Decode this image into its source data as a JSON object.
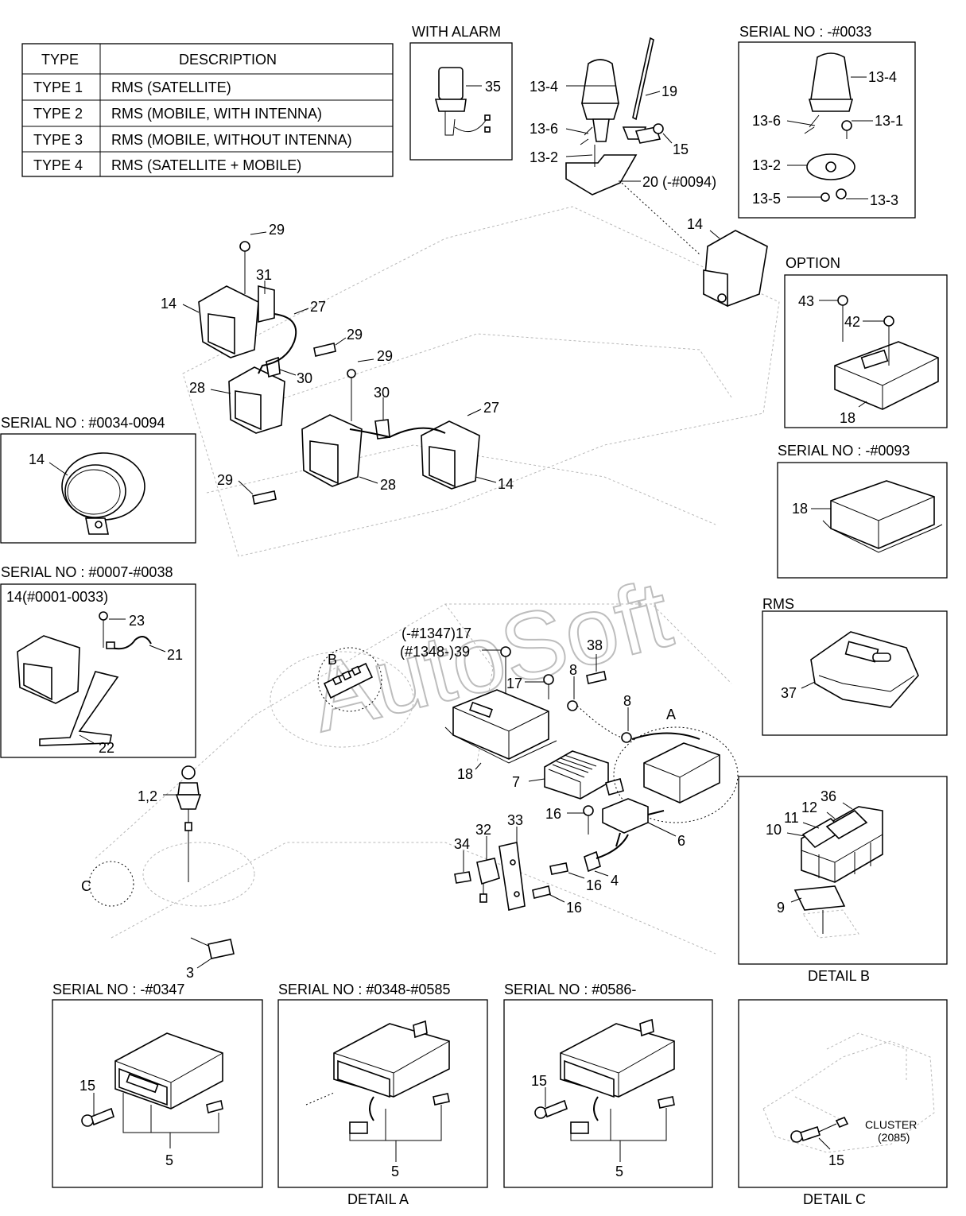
{
  "type_table": {
    "header": {
      "type": "TYPE",
      "description": "DESCRIPTION"
    },
    "rows": [
      {
        "type": "TYPE 1",
        "description": "RMS (SATELLITE)"
      },
      {
        "type": "TYPE 2",
        "description": "RMS (MOBILE, WITH INTENNA)"
      },
      {
        "type": "TYPE 3",
        "description": "RMS (MOBILE, WITHOUT INTENNA)"
      },
      {
        "type": "TYPE 4",
        "description": "RMS (SATELLITE + MOBILE)"
      }
    ]
  },
  "watermark": "AutoSoft",
  "panels": {
    "with_alarm": "WITH ALARM",
    "serial_0033": "SERIAL NO : -#0033",
    "option": "OPTION",
    "serial_0093": "SERIAL NO : -#0093",
    "rms": "RMS",
    "serial_0034_0094": "SERIAL NO : #0034-0094",
    "serial_0007_0038": "SERIAL NO : #0007-#0038",
    "serial_0347": "SERIAL NO : -#0347",
    "serial_0348_0585": "SERIAL NO : #0348-#0585",
    "serial_0586": "SERIAL NO : #0586-"
  },
  "detail_labels": {
    "a": "DETAIL A",
    "b": "DETAIL B",
    "c": "DETAIL C",
    "marker_a": "A",
    "marker_b": "B",
    "marker_c": "C"
  },
  "callouts": {
    "p35": "35",
    "p13_4": "13-4",
    "p19": "19",
    "p13_6": "13-6",
    "p15": "15",
    "p13_2": "13-2",
    "p20": "20 (-#0094)",
    "p13_1": "13-1",
    "p13_5": "13-5",
    "p13_3": "13-3",
    "p14": "14",
    "p43": "43",
    "p42": "42",
    "p18": "18",
    "p37": "37",
    "p29": "29",
    "p31": "31",
    "p27": "27",
    "p30": "30",
    "p28": "28",
    "p14_0001": "14(#0001-0033)",
    "p23": "23",
    "p21": "21",
    "p22": "22",
    "p1_2": "1,2",
    "p3": "3",
    "p17_1347": "(-#1347)17",
    "p39_1348": "(#1348-)39",
    "p17": "17",
    "p38": "38",
    "p8": "8",
    "p7": "7",
    "p16": "16",
    "p6": "6",
    "p4": "4",
    "p32": "32",
    "p33": "33",
    "p34": "34",
    "p36": "36",
    "p12": "12",
    "p11": "11",
    "p10": "10",
    "p9": "9",
    "p5": "5",
    "cluster": "CLUSTER",
    "cluster_code": "(2085)"
  }
}
